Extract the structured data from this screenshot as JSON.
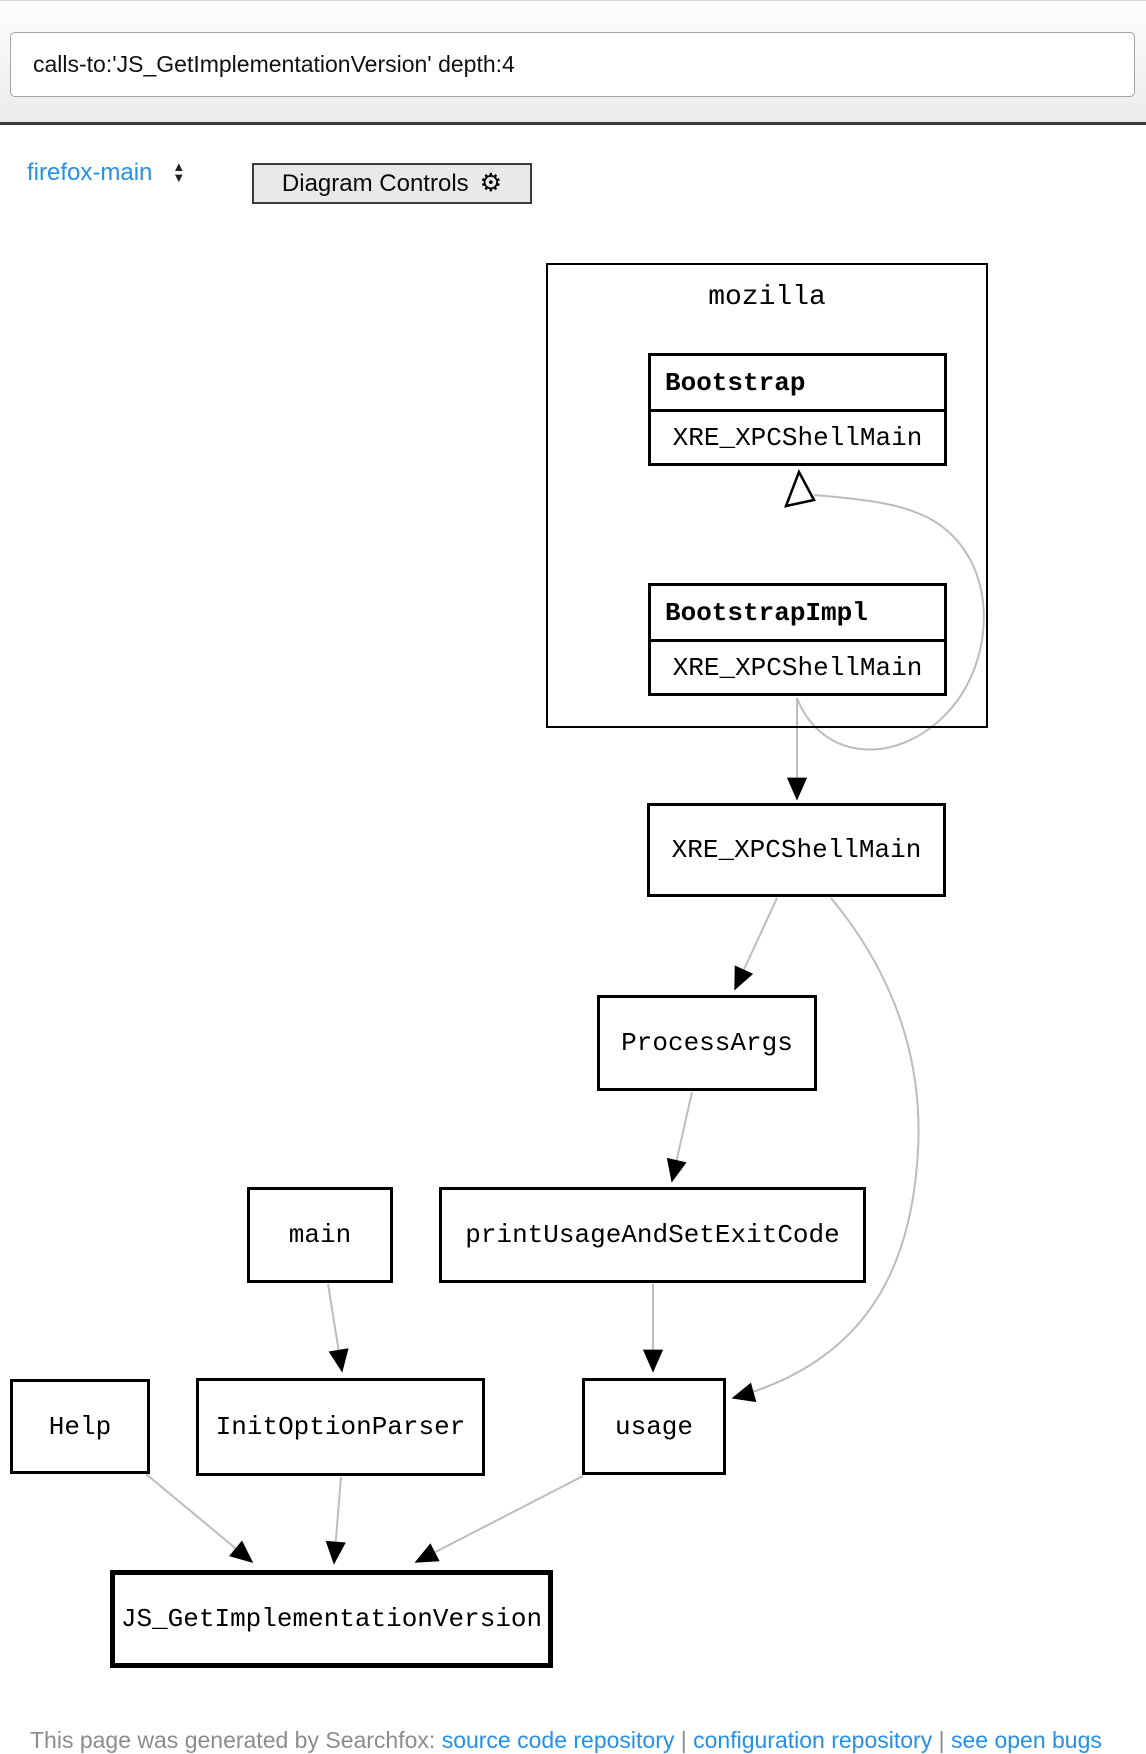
{
  "header": {
    "search_value": "calls-to:'JS_GetImplementationVersion' depth:4"
  },
  "toolbar": {
    "tree_select_label": "firefox-main",
    "sorter_up_icon": "▲",
    "sorter_down_icon": "▼",
    "diagram_controls_label": "Diagram Controls",
    "gear_icon": "⚙"
  },
  "diagram": {
    "cluster_label": "mozilla",
    "tables": [
      {
        "header": "Bootstrap",
        "row": "XRE_XPCShellMain"
      },
      {
        "header": "BootstrapImpl",
        "row": "XRE_XPCShellMain"
      }
    ],
    "nodes": [
      {
        "id": "xre",
        "label": "XRE_XPCShellMain"
      },
      {
        "id": "processargs",
        "label": "ProcessArgs"
      },
      {
        "id": "main",
        "label": "main"
      },
      {
        "id": "printusage",
        "label": "printUsageAndSetExitCode"
      },
      {
        "id": "help",
        "label": "Help"
      },
      {
        "id": "initoptionparser",
        "label": "InitOptionParser"
      },
      {
        "id": "usage",
        "label": "usage"
      },
      {
        "id": "js",
        "label": "JS_GetImplementationVersion"
      }
    ],
    "edges": [
      {
        "from": "mozilla.BootstrapImpl.XRE_XPCShellMain",
        "to": "mozilla.Bootstrap.XRE_XPCShellMain",
        "arrowhead": "open"
      },
      {
        "from": "mozilla.BootstrapImpl.XRE_XPCShellMain",
        "to": "XRE_XPCShellMain",
        "arrowhead": "filled"
      },
      {
        "from": "XRE_XPCShellMain",
        "to": "ProcessArgs",
        "arrowhead": "filled"
      },
      {
        "from": "XRE_XPCShellMain",
        "to": "usage",
        "arrowhead": "filled"
      },
      {
        "from": "ProcessArgs",
        "to": "printUsageAndSetExitCode",
        "arrowhead": "filled"
      },
      {
        "from": "printUsageAndSetExitCode",
        "to": "usage",
        "arrowhead": "filled"
      },
      {
        "from": "main",
        "to": "InitOptionParser",
        "arrowhead": "filled"
      },
      {
        "from": "Help",
        "to": "JS_GetImplementationVersion",
        "arrowhead": "filled"
      },
      {
        "from": "InitOptionParser",
        "to": "JS_GetImplementationVersion",
        "arrowhead": "filled"
      },
      {
        "from": "usage",
        "to": "JS_GetImplementationVersion",
        "arrowhead": "filled"
      }
    ],
    "edge_color": "#bdbdbd",
    "node_border_color": "#000000"
  },
  "footer": {
    "prefix": "This page was generated by Searchfox: ",
    "links": [
      "source code repository",
      "configuration repository",
      "see open bugs"
    ],
    "separator": " | "
  },
  "colors": {
    "accent_blue": "#2490e8",
    "header_rule": "#3a3a3a",
    "button_bg": "#e9e9e9"
  }
}
